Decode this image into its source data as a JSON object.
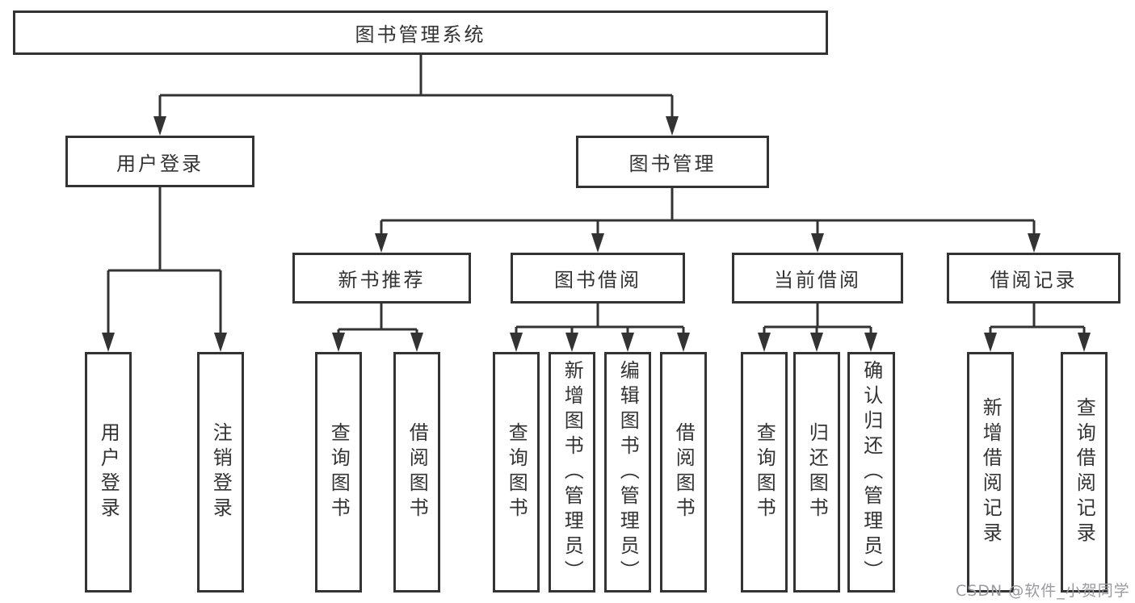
{
  "colors": {
    "line": "#333333",
    "box_fill": "#ffffff",
    "background": "#ffffff",
    "watermark_text": "#9a9aa1"
  },
  "watermark": "CSDN @软件_小贺同学",
  "nodes": {
    "root": {
      "label": "图书管理系统"
    },
    "level2": [
      {
        "label": "用户登录",
        "parent": "图书管理系统"
      },
      {
        "label": "图书管理",
        "parent": "图书管理系统"
      }
    ],
    "level3": [
      {
        "label": "新书推荐",
        "parent": "图书管理"
      },
      {
        "label": "图书借阅",
        "parent": "图书管理"
      },
      {
        "label": "当前借阅",
        "parent": "图书管理"
      },
      {
        "label": "借阅记录",
        "parent": "图书管理"
      }
    ],
    "leaves": [
      {
        "label": "用户登录",
        "parent": "用户登录"
      },
      {
        "label": "注销登录",
        "parent": "用户登录"
      },
      {
        "label": "查询图书",
        "parent": "新书推荐"
      },
      {
        "label": "借阅图书",
        "parent": "新书推荐"
      },
      {
        "label": "查询图书",
        "parent": "图书借阅"
      },
      {
        "label": "新增图书（管理员）",
        "parent": "图书借阅"
      },
      {
        "label": "编辑图书（管理员）",
        "parent": "图书借阅"
      },
      {
        "label": "借阅图书",
        "parent": "图书借阅"
      },
      {
        "label": "查询图书",
        "parent": "当前借阅"
      },
      {
        "label": "归还图书",
        "parent": "当前借阅"
      },
      {
        "label": "确认归还（管理员）",
        "parent": "当前借阅"
      },
      {
        "label": "新增借阅记录",
        "parent": "借阅记录"
      },
      {
        "label": "查询借阅记录",
        "parent": "借阅记录"
      }
    ]
  }
}
